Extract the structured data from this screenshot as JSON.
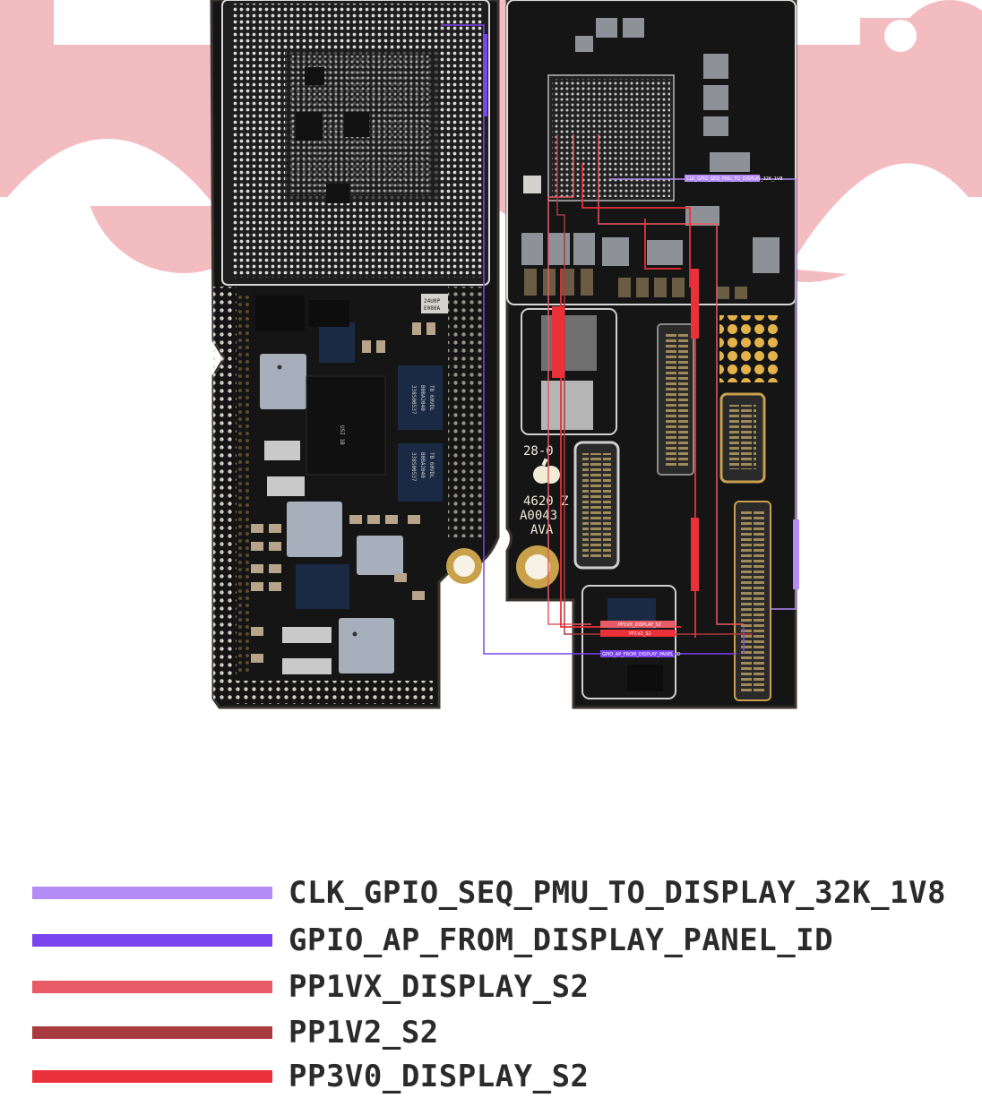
{
  "diagram": {
    "board": {
      "silkscreen": [
        "28-0",
        "4620 Z",
        "A0043",
        "AVA"
      ],
      "chip_markings": [
        "338S00537",
        "B0BA2040",
        "TB",
        "60VDL",
        "24U0P",
        "E080A"
      ]
    },
    "trace_tags": {
      "clk": "CLK_GPIO_SEQ_PMU_TO_DISPLAY_32K_1V8",
      "panel_id": "GPIO_AP_FROM_DISPLAY_PANEL_ID",
      "pp1vx": "PP1VX_DISPLAY_S2",
      "pp1v2": "PP1V2_S2"
    }
  },
  "legend": [
    {
      "label": "CLK_GPIO_SEQ_PMU_TO_DISPLAY_32K_1V8",
      "color": "#b48cf6"
    },
    {
      "label": "GPIO_AP_FROM_DISPLAY_PANEL_ID",
      "color": "#7a45f0"
    },
    {
      "label": "PP1VX_DISPLAY_S2",
      "color": "#e85a65"
    },
    {
      "label": "PP1V2_S2",
      "color": "#a93a3f"
    },
    {
      "label": "PP3V0_DISPLAY_S2",
      "color": "#ea3038"
    }
  ],
  "colors": {
    "background_blob": "#f3bcc0",
    "board": "#141414",
    "board_edge": "#2a2622"
  }
}
